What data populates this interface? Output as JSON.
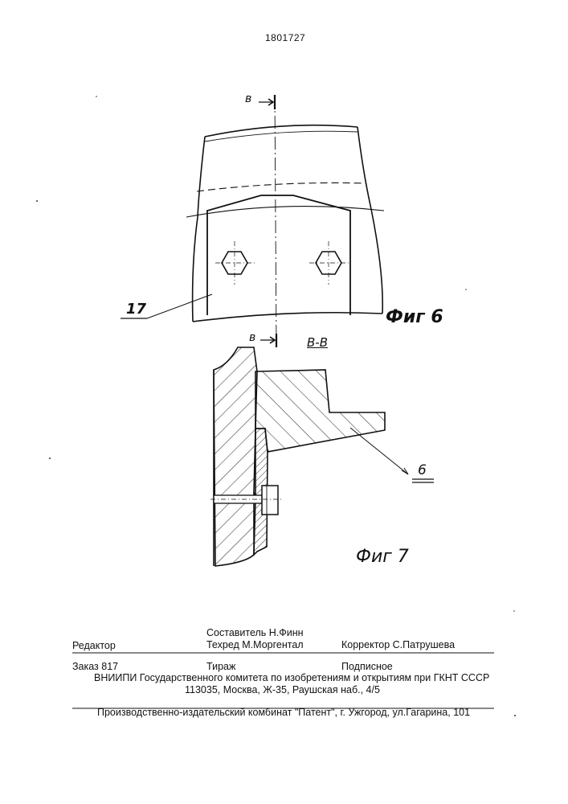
{
  "patent_number": "1801727",
  "fig6": {
    "section_mark_top": "в",
    "section_mark_bottom": "в",
    "part_label": "17",
    "caption": "Фиг 6"
  },
  "fig7": {
    "section_title": "В-В",
    "part_label": "6",
    "caption": "Фиг 7"
  },
  "footer": {
    "editor_label": "Редактор",
    "compiler": "Составитель  Н.Финн",
    "techred": "Техред М.Моргентал",
    "corrector": "Корректор С.Патрушева",
    "order": "Заказ  817",
    "circulation": "Тираж",
    "subscription": "Подписное",
    "vniipi": "ВНИИПИ Государственного комитета по изобретениям и открытиям при ГКНТ СССР",
    "address": "113035, Москва, Ж-35, Раушская наб., 4/5",
    "publisher": "Производственно-издательский комбинат \"Патент\", г. Ужгород, ул.Гагарина, 101"
  }
}
